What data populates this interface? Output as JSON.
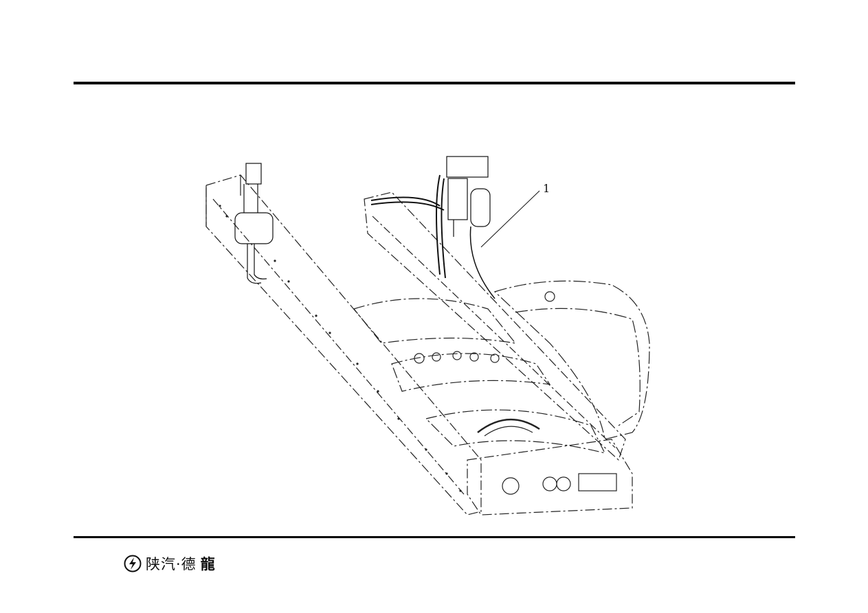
{
  "figure": {
    "callouts": [
      {
        "label": "1"
      }
    ]
  },
  "footer": {
    "brand_text": "陕汽·德",
    "brand_glyph": "龍",
    "logo_icon": "shacman-logo-icon"
  }
}
